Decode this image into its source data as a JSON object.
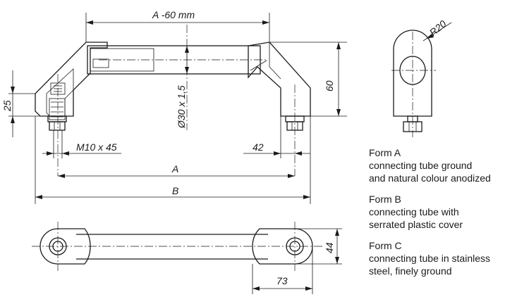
{
  "dimensions": {
    "top_length": "A -60 mm",
    "height_left": "25",
    "height_right": "60",
    "tube": "Ø30 x 1,5",
    "thread": "M10 x 45",
    "offset": "42",
    "length_a": "A",
    "length_b": "B",
    "radius": "R20",
    "width": "44",
    "head_length": "73"
  },
  "forms": [
    {
      "title": "Form A",
      "desc": [
        "connecting tube ground",
        "and natural colour anodized"
      ]
    },
    {
      "title": "Form B",
      "desc": [
        "connecting tube with",
        "serrated plastic cover"
      ]
    },
    {
      "title": "Form C",
      "desc": [
        "connecting tube in stainless",
        "steel, finely ground"
      ]
    }
  ]
}
